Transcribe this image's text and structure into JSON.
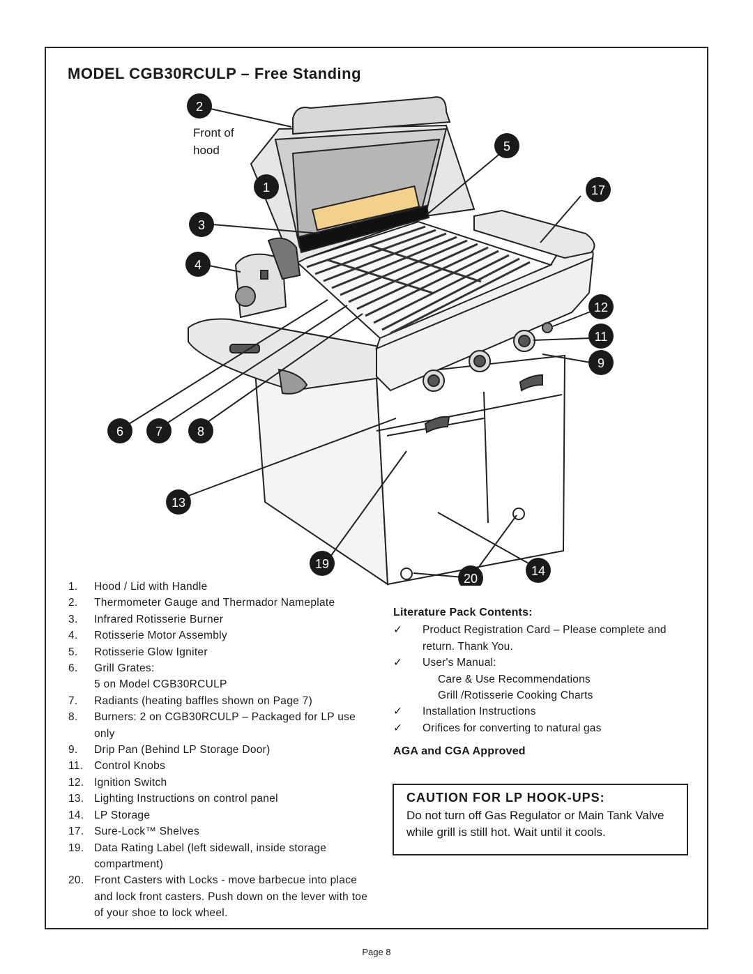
{
  "title": "MODEL CGB30RCULP – Free Standing",
  "front_label": [
    "Front of",
    "hood"
  ],
  "callouts": [
    "2",
    "5",
    "1",
    "17",
    "3",
    "4",
    "12",
    "11",
    "9",
    "6",
    "7",
    "8",
    "13",
    "19",
    "14",
    "20"
  ],
  "parts": [
    {
      "num": "1.",
      "text": "Hood / Lid with Handle"
    },
    {
      "num": "2.",
      "text": "Thermometer Gauge and Thermador Nameplate"
    },
    {
      "num": "3.",
      "text": "Infrared Rotisserie Burner"
    },
    {
      "num": "4.",
      "text": "Rotisserie Motor Assembly"
    },
    {
      "num": "5.",
      "text": "Rotisserie Glow Igniter"
    },
    {
      "num": "6.",
      "text": "Grill Grates:",
      "sub": "5 on Model CGB30RCULP"
    },
    {
      "num": "7.",
      "text": "Radiants (heating baffles shown on Page 7)"
    },
    {
      "num": "8.",
      "text": "Burners:    2 on CGB30RCULP – Packaged for LP use only"
    },
    {
      "num": "9.",
      "text": "Drip Pan (Behind LP Storage Door)"
    },
    {
      "num": "11.",
      "text": "Control Knobs"
    },
    {
      "num": "12.",
      "text": "Ignition Switch"
    },
    {
      "num": "13.",
      "text": "Lighting Instructions on control panel"
    },
    {
      "num": "14.",
      "text": "LP Storage"
    },
    {
      "num": "17.",
      "text": "Sure-Lock™ Shelves"
    },
    {
      "num": "19.",
      "text": "Data Rating Label (left sidewall, inside storage compartment)"
    },
    {
      "num": "20.",
      "text": "Front Casters with Locks - move barbecue into place and lock front casters. Push down on the lever with toe of your shoe to lock wheel."
    }
  ],
  "literature": {
    "heading": "Literature Pack Contents:",
    "check_glyph": "✓",
    "items": [
      {
        "text": "Product Registration Card – Please complete and return. Thank You.",
        "sub": []
      },
      {
        "text": "User's Manual:",
        "sub": [
          "Care & Use Recommendations",
          "Grill /Rotisserie Cooking Charts"
        ]
      },
      {
        "text": "Installation Instructions",
        "sub": []
      },
      {
        "text": "Orifices for converting to natural gas",
        "sub": []
      }
    ],
    "approved": "AGA and CGA Approved"
  },
  "caution": {
    "heading": "CAUTION FOR LP HOOK-UPS:",
    "body": "Do not turn off Gas Regulator or Main Tank Valve while grill is still hot. Wait until it cools."
  },
  "page": "Page 8"
}
